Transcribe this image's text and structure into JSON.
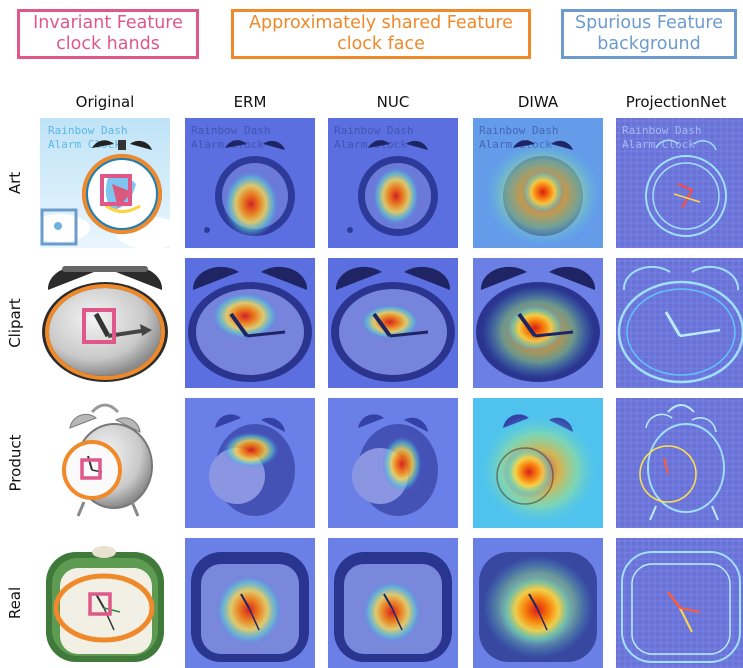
{
  "legend": {
    "invariant": {
      "line1": "Invariant Feature",
      "line2": "clock hands",
      "color": "#e0588a"
    },
    "approx": {
      "line1": "Approximately shared Feature",
      "line2": "clock face",
      "color": "#f0892a"
    },
    "spurious": {
      "line1": "Spurious Feature",
      "line2": "background",
      "color": "#6d9bcd"
    }
  },
  "columns": [
    "Original",
    "ERM",
    "NUC",
    "DIWA",
    "ProjectionNet"
  ],
  "rows": [
    "Art",
    "Clipart",
    "Product",
    "Real"
  ],
  "art_text": {
    "line1": "Rainbow Dash",
    "line2": "Alarm Clock"
  }
}
